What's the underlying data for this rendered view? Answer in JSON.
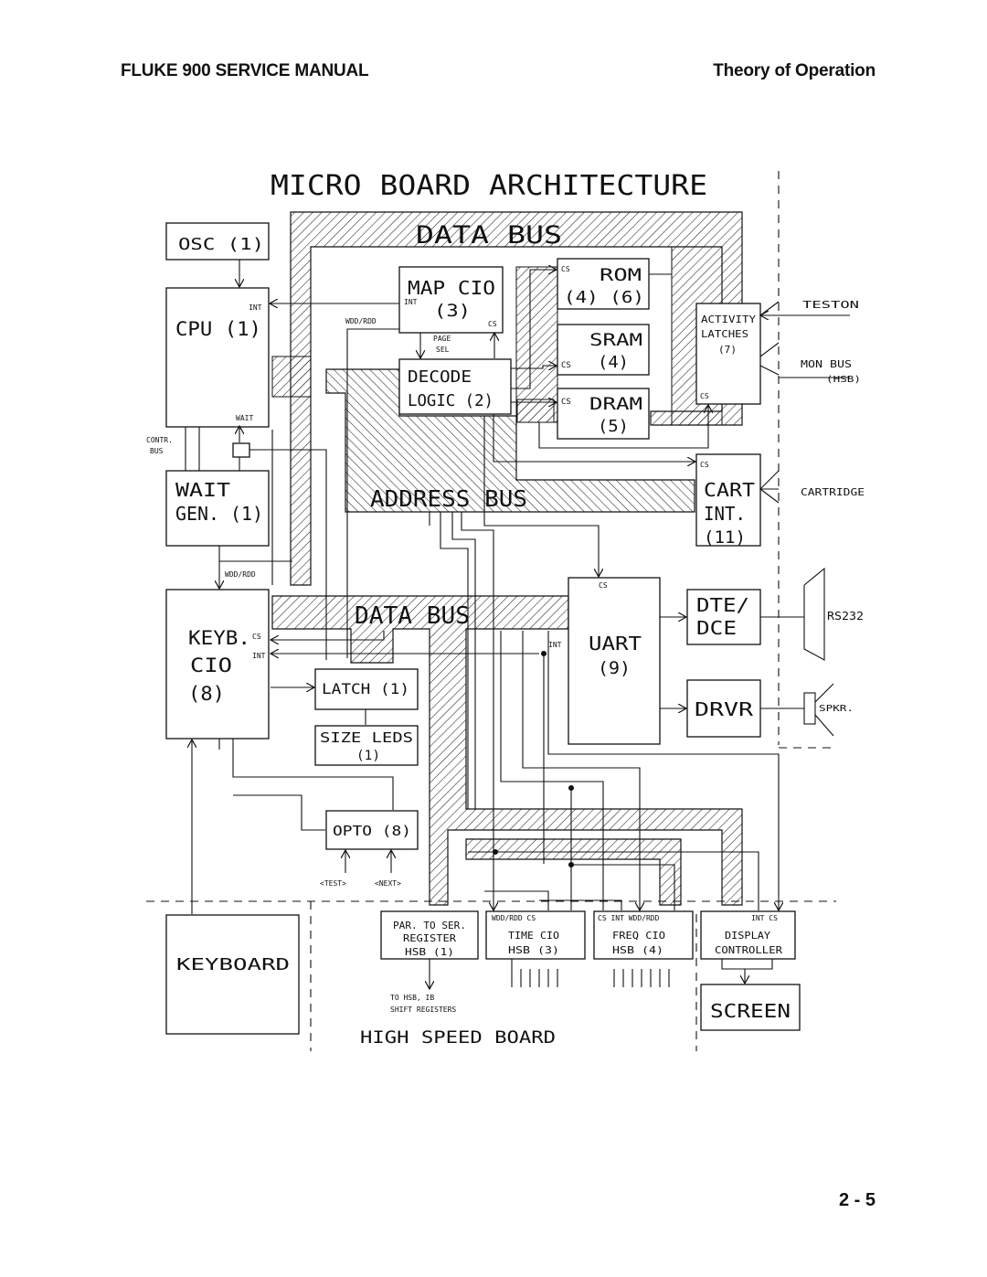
{
  "header": {
    "left": "FLUKE 900 SERVICE MANUAL",
    "right": "Theory of Operation"
  },
  "page_number": "2 - 5",
  "diagram": {
    "title": "MICRO BOARD ARCHITECTURE",
    "bus_labels": {
      "data_bus_top": "DATA BUS",
      "address_bus": "ADDRESS BUS",
      "data_bus_mid": "DATA BUS"
    },
    "blocks": {
      "osc": "OSC (1)",
      "cpu": "CPU (1)",
      "wait_gen_1": "WAIT",
      "wait_gen_2": "GEN. (1)",
      "keyb_1": "KEYB.",
      "keyb_2": "CIO",
      "keyb_3": "(8)",
      "map_cio_1": "MAP CIO",
      "map_cio_2": "(3)",
      "decode_1": "DECODE",
      "decode_2": "LOGIC (2)",
      "rom_1": "ROM",
      "rom_2": "(4) (6)",
      "sram_1": "SRAM",
      "sram_2": "(4)",
      "dram_1": "DRAM",
      "dram_2": "(5)",
      "activity_1": "ACTIVITY",
      "activity_2": "LATCHES",
      "activity_3": "(7)",
      "cart_1": "CART",
      "cart_2": "INT.",
      "cart_3": "(11)",
      "uart_1": "UART",
      "uart_2": "(9)",
      "dte_1": "DTE/",
      "dte_2": "DCE",
      "drvr": "DRVR",
      "latch": "LATCH (1)",
      "size_leds_1": "SIZE LEDS",
      "size_leds_2": "(1)",
      "opto": "OPTO (8)",
      "keyboard": "KEYBOARD",
      "par_1": "PAR. TO SER.",
      "par_2": "REGISTER",
      "par_3": "HSB (1)",
      "time_1": "TIME CIO",
      "time_2": "HSB (3)",
      "freq_1": "FREQ CIO",
      "freq_2": "HSB (4)",
      "display_1": "DISPLAY",
      "display_2": "CONTROLLER",
      "screen": "SCREEN"
    },
    "pins": {
      "int": "INT",
      "cs": "CS",
      "wait": "WAIT",
      "wdd_rdd": "WDD/RDD",
      "page": "PAGE",
      "sel": "SEL",
      "int_cs": "INT  CS",
      "cs_int_wdd_rdd": "CS  INT  WDD/RDD",
      "wdd_rdd_cs": "WDD/RDD  CS"
    },
    "labels": {
      "contr_1": "CONTR.",
      "contr_2": "BUS",
      "teston": "TESTON",
      "mon_bus": "MON BUS",
      "hsb": "(HSB)",
      "cartridge": "CARTRIDGE",
      "rs232": "RS232",
      "spkr": "SPKR.",
      "test": "<TEST>",
      "next": "<NEXT>",
      "to_hsb_1": "TO HSB, IB",
      "to_hsb_2": "SHIFT REGISTERS",
      "high_speed_board": "HIGH SPEED BOARD"
    }
  }
}
